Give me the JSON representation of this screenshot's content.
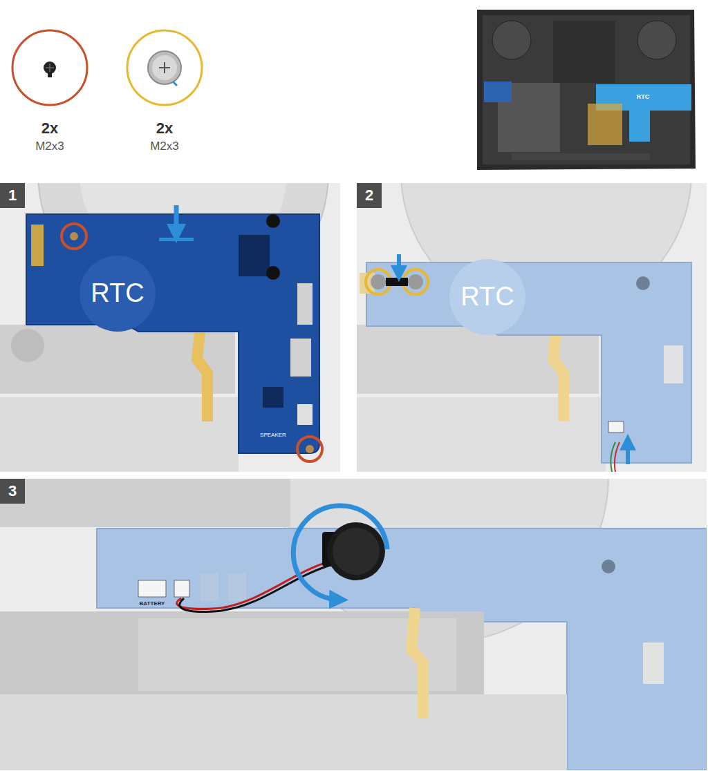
{
  "diagram": {
    "nodes": [
      {
        "text": [
          "1"
        ]
      },
      {
        "text": [
          "2"
        ]
      },
      {
        "text": [
          "3"
        ]
      }
    ],
    "labels": [
      "2x",
      "M2x3",
      "2x",
      "M2x3",
      "RTC",
      "RTC",
      "SPEAKER",
      "RTC",
      "BATTERY"
    ]
  }
}
